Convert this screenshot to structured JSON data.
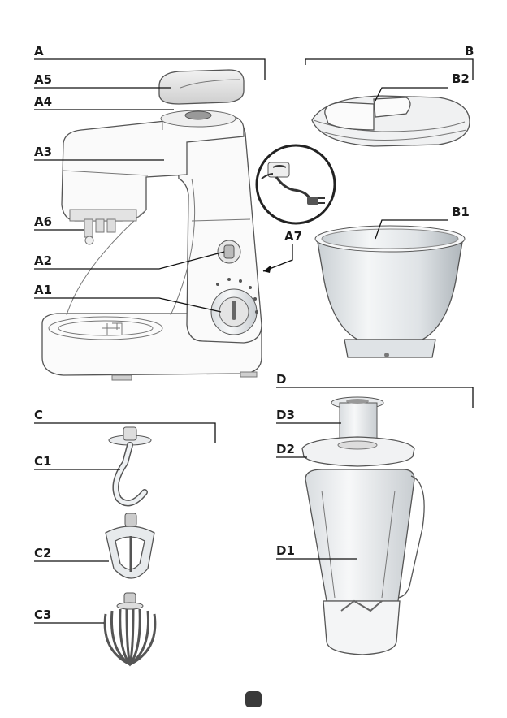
{
  "group_labels": {
    "a": "A",
    "b": "B",
    "c": "C",
    "d": "D"
  },
  "callouts": {
    "a1": "A1",
    "a2": "A2",
    "a3": "A3",
    "a4": "A4",
    "a5": "A5",
    "a6": "A6",
    "a7": "A7",
    "b1": "B1",
    "b2": "B2",
    "c1": "C1",
    "c2": "C2",
    "c3": "C3",
    "d1": "D1",
    "d2": "D2",
    "d3": "D3"
  },
  "colors": {
    "outline": "#555555",
    "leader_line": "#111111",
    "metal_light": "#eef1f3",
    "metal_dark": "#b9c0c5",
    "body_white": "#fafafa",
    "page_badge": "#3a3a3a"
  }
}
